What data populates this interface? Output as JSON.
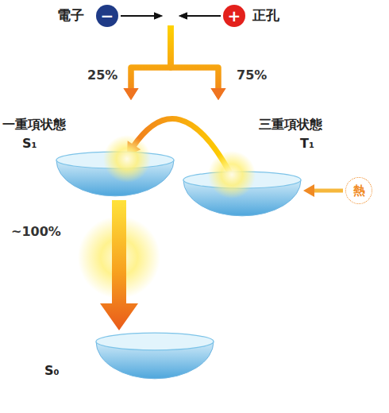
{
  "diagram": {
    "nodes": [
      {
        "text": [
          "電子",
          "−"
        ]
      },
      {
        "text": [
          "正孔",
          "+"
        ]
      },
      {
        "text": [
          "一重項状態",
          "S₁"
        ]
      },
      {
        "text": [
          "三重項状態",
          "T₁"
        ]
      },
      {
        "text": [
          "熱"
        ]
      },
      {
        "text": [
          "S₀"
        ]
      }
    ],
    "edges": [
      {
        "from": 0,
        "to": 2,
        "arrow": "to"
      },
      {
        "from": 0,
        "to": 3,
        "arrow": "to"
      },
      {
        "from": 1,
        "to": 2,
        "arrow": "to"
      },
      {
        "from": 1,
        "to": 3,
        "arrow": "to"
      },
      {
        "from": 3,
        "to": 2,
        "arrow": "to"
      },
      {
        "from": 4,
        "to": 3,
        "arrow": "to"
      },
      {
        "from": 2,
        "to": 5,
        "arrow": "to",
        "label": "~100%"
      }
    ],
    "labels": [
      "25%",
      "75%"
    ]
  }
}
